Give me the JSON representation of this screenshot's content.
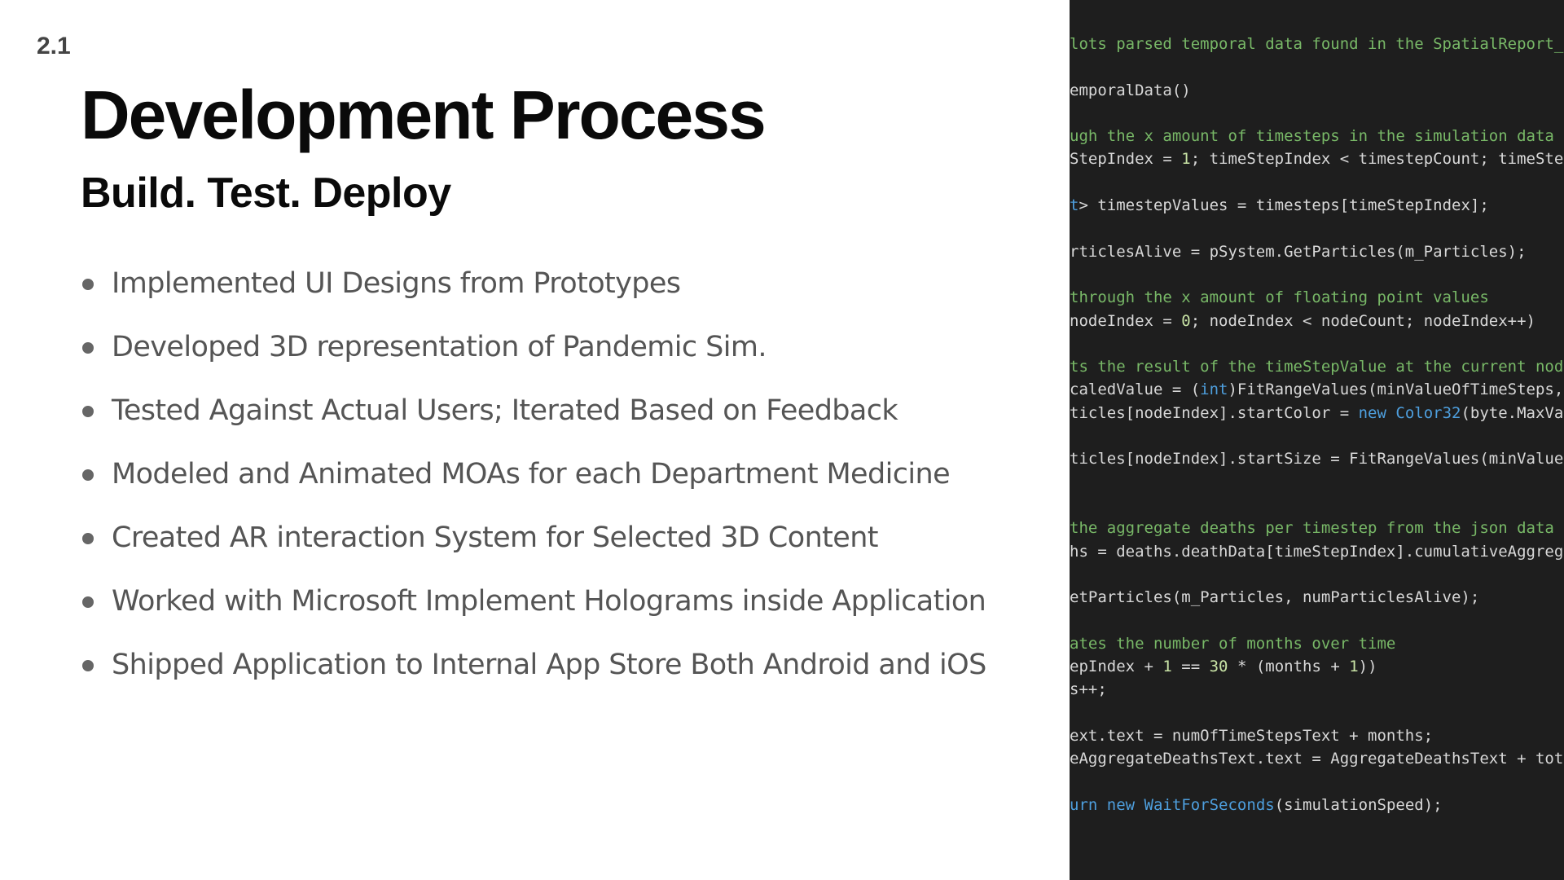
{
  "slide": {
    "section_number": "2.1",
    "title": "Development Process",
    "subtitle": "Build. Test. Deploy",
    "bullets": [
      "Implemented UI Designs from Prototypes",
      "Developed 3D representation of Pandemic Sim.",
      "Tested Against Actual Users; Iterated Based on Feedback",
      "Modeled and Animated MOAs for each Department Medicine",
      "Created AR interaction System for Selected 3D Content",
      "Worked with Microsoft Implement Holograms inside Application",
      "Shipped Application to Internal App Store Both Android and iOS"
    ]
  },
  "code_panel": {
    "lines": [
      {
        "kind": "comment",
        "tokens": [
          {
            "t": "lots parsed temporal data found in the SpatialReport_U",
            "c": ""
          }
        ]
      },
      {
        "kind": "blank",
        "tokens": []
      },
      {
        "kind": "code",
        "tokens": [
          {
            "t": "emporalData()",
            "c": ""
          }
        ]
      },
      {
        "kind": "blank",
        "tokens": []
      },
      {
        "kind": "comment",
        "tokens": [
          {
            "t": "ugh the x amount of timesteps in the simulation data",
            "c": ""
          }
        ]
      },
      {
        "kind": "code",
        "tokens": [
          {
            "t": "StepIndex = ",
            "c": ""
          },
          {
            "t": "1",
            "c": "num"
          },
          {
            "t": "; timeStepIndex < timestepCount; timeStep",
            "c": ""
          }
        ]
      },
      {
        "kind": "blank",
        "tokens": []
      },
      {
        "kind": "code",
        "tokens": [
          {
            "t": "t",
            "c": "type"
          },
          {
            "t": "> timestepValues = timesteps[timeStepIndex];",
            "c": ""
          }
        ]
      },
      {
        "kind": "blank",
        "tokens": []
      },
      {
        "kind": "code",
        "tokens": [
          {
            "t": "rticlesAlive = pSystem.GetParticles(m_Particles);",
            "c": ""
          }
        ]
      },
      {
        "kind": "blank",
        "tokens": []
      },
      {
        "kind": "comment",
        "tokens": [
          {
            "t": "through the x amount of floating point values",
            "c": ""
          }
        ]
      },
      {
        "kind": "code",
        "tokens": [
          {
            "t": "nodeIndex = ",
            "c": ""
          },
          {
            "t": "0",
            "c": "num"
          },
          {
            "t": "; nodeIndex < nodeCount; nodeIndex++)",
            "c": ""
          }
        ]
      },
      {
        "kind": "blank",
        "tokens": []
      },
      {
        "kind": "comment",
        "tokens": [
          {
            "t": "ts the result of the timeStepValue at the current node",
            "c": ""
          }
        ]
      },
      {
        "kind": "code",
        "tokens": [
          {
            "t": "caledValue = (",
            "c": ""
          },
          {
            "t": "int",
            "c": "kw"
          },
          {
            "t": ")FitRangeValues(minValueOfTimeSteps,",
            "c": ""
          }
        ]
      },
      {
        "kind": "code",
        "tokens": [
          {
            "t": "ticles[nodeIndex].startColor = ",
            "c": ""
          },
          {
            "t": "new",
            "c": "kw"
          },
          {
            "t": " ",
            "c": ""
          },
          {
            "t": "Color32",
            "c": "type"
          },
          {
            "t": "(byte.MaxVal",
            "c": ""
          }
        ]
      },
      {
        "kind": "blank",
        "tokens": []
      },
      {
        "kind": "code",
        "tokens": [
          {
            "t": "ticles[nodeIndex].startSize = FitRangeValues(minValueO",
            "c": ""
          }
        ]
      },
      {
        "kind": "blank",
        "tokens": []
      },
      {
        "kind": "blank",
        "tokens": []
      },
      {
        "kind": "comment",
        "tokens": [
          {
            "t": "the aggregate deaths per timestep from the json data",
            "c": ""
          }
        ]
      },
      {
        "kind": "code",
        "tokens": [
          {
            "t": "hs = deaths.deathData[timeStepIndex].cumulativeAggrega",
            "c": ""
          }
        ]
      },
      {
        "kind": "blank",
        "tokens": []
      },
      {
        "kind": "code",
        "tokens": [
          {
            "t": "etParticles(m_Particles, numParticlesAlive);",
            "c": ""
          }
        ]
      },
      {
        "kind": "blank",
        "tokens": []
      },
      {
        "kind": "comment",
        "tokens": [
          {
            "t": "ates the number of months over time",
            "c": ""
          }
        ]
      },
      {
        "kind": "code",
        "tokens": [
          {
            "t": "epIndex + ",
            "c": ""
          },
          {
            "t": "1",
            "c": "num"
          },
          {
            "t": " == ",
            "c": ""
          },
          {
            "t": "30",
            "c": "num"
          },
          {
            "t": " * (months + ",
            "c": ""
          },
          {
            "t": "1",
            "c": "num"
          },
          {
            "t": "))",
            "c": ""
          }
        ]
      },
      {
        "kind": "code",
        "tokens": [
          {
            "t": "s++;",
            "c": ""
          }
        ]
      },
      {
        "kind": "blank",
        "tokens": []
      },
      {
        "kind": "code",
        "tokens": [
          {
            "t": "ext.text = numOfTimeStepsText + months;",
            "c": ""
          }
        ]
      },
      {
        "kind": "code",
        "tokens": [
          {
            "t": "eAggregateDeathsText.text = AggregateDeathsText + tota",
            "c": ""
          }
        ]
      },
      {
        "kind": "blank",
        "tokens": []
      },
      {
        "kind": "code",
        "tokens": [
          {
            "t": "urn ",
            "c": "kw"
          },
          {
            "t": "new",
            "c": "kw"
          },
          {
            "t": " ",
            "c": ""
          },
          {
            "t": "WaitForSeconds",
            "c": "type"
          },
          {
            "t": "(simulationSpeed);",
            "c": ""
          }
        ]
      }
    ]
  },
  "colors": {
    "background": "#ffffff",
    "code_background": "#1e1e1e",
    "title": "#0a0a0a",
    "bullet_text": "#555555",
    "code_text": "#d8d8d8",
    "code_comment": "#78b867",
    "code_keyword": "#4e9fde",
    "code_number": "#c9e4a6"
  }
}
